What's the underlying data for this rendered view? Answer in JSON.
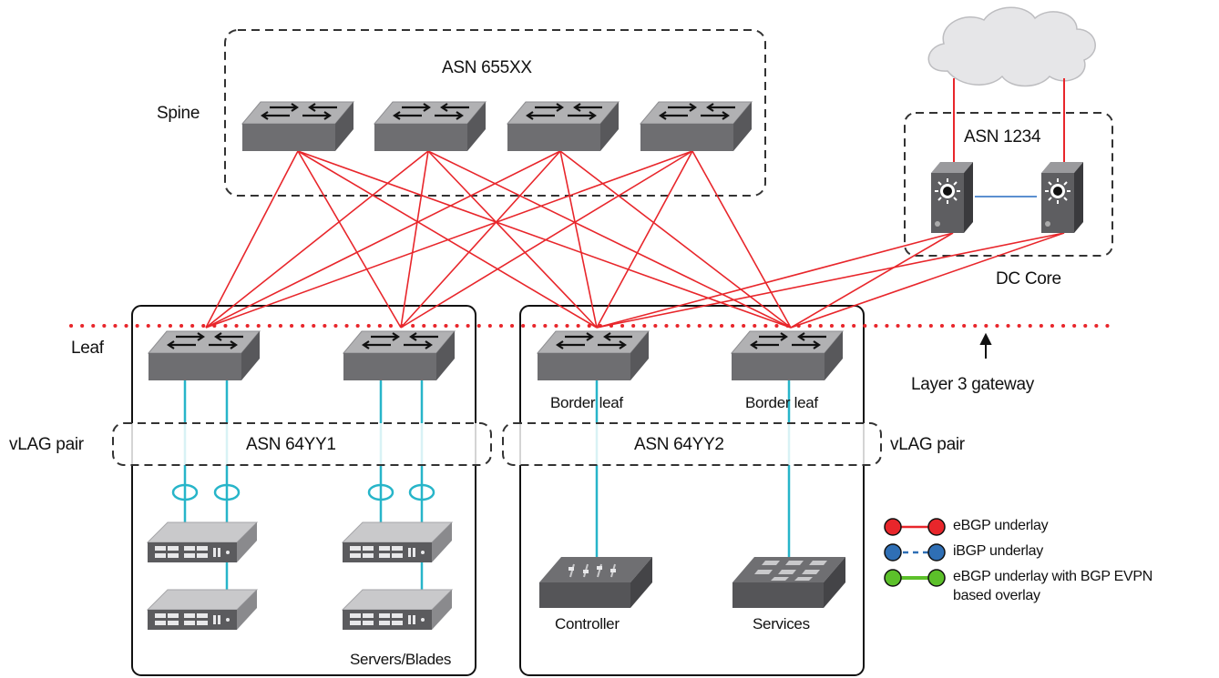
{
  "diagram": {
    "asn_spine": "ASN 655XX",
    "spine_label": "Spine",
    "asn_core": "ASN 1234",
    "dc_core_label": "DC Core",
    "leaf_label": "Leaf",
    "border_leaf_1": "Border leaf",
    "border_leaf_2": "Border leaf",
    "layer3_gateway": "Layer 3 gateway",
    "vlag_pair_left": "vLAG pair",
    "vlag_pair_right": "vLAG pair",
    "asn_leaf_1": "ASN 64YY1",
    "asn_leaf_2": "ASN 64YY2",
    "servers_label": "Servers/Blades",
    "controller_label": "Controller",
    "services_label": "Services"
  },
  "legend": {
    "items": [
      {
        "label": "eBGP underlay",
        "color": "#e8262b",
        "style": "solid"
      },
      {
        "label": "iBGP underlay",
        "color": "#2f6fb5",
        "style": "dashed"
      },
      {
        "label": "eBGP underlay with BGP EVPN",
        "label_line2": "based overlay",
        "color": "#5cc02a",
        "style": "solid"
      }
    ]
  },
  "colors": {
    "ebgp": "#e8262b",
    "ibgp": "#5b8fd0",
    "access_link": "#27b5c9",
    "switch_top": "#a9a9ab",
    "switch_front": "#6a6a6d",
    "cloud": "#e6e6e8"
  }
}
